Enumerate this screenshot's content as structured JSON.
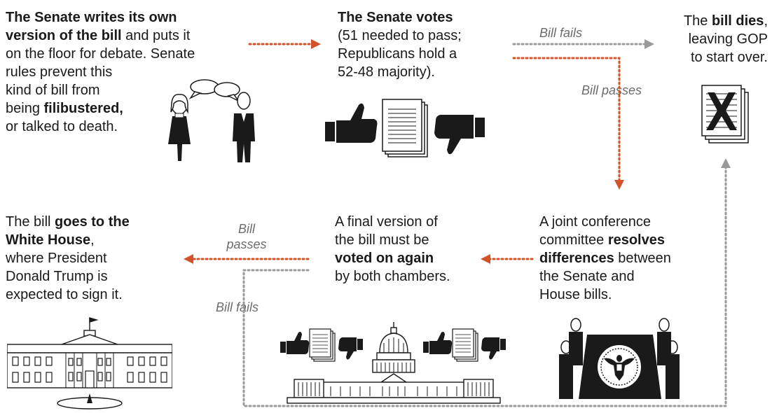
{
  "colors": {
    "pass_arrow": "#d2522a",
    "fail_arrow": "#9a9a9a",
    "ink": "#1a1a1a"
  },
  "step1": {
    "t1": "The Senate writes its own",
    "t2": "version of the bill",
    "t3": " and puts it",
    "t4": "on the floor for debate. Senate",
    "t5": "rules prevent this",
    "t6": "kind of bill from",
    "t7": "being ",
    "t8": "filibustered,",
    "t9": "or talked to death."
  },
  "step2": {
    "t1": "The Senate votes",
    "t2": "(51 needed to pass;",
    "t3": "Republicans hold a",
    "t4": "52-48 majority)."
  },
  "step3": {
    "t1": "The ",
    "t2": "bill dies",
    "t3": ",",
    "t4": "leaving GOP",
    "t5": "to start over."
  },
  "step4": {
    "t1": "A joint conference",
    "t2": "committee ",
    "t3": "resolves",
    "t4": "differences",
    "t5": " between",
    "t6": "the Senate and",
    "t7": "House bills."
  },
  "step5": {
    "t1": "A final version of",
    "t2": "the bill must be",
    "t3": "voted on again",
    "t4": "by both chambers."
  },
  "step6": {
    "t1": "The bill ",
    "t2": "goes to the",
    "t3": "White House",
    "t4": ",",
    "t5": "where President",
    "t6": "Donald Trump is",
    "t7": "expected to sign it."
  },
  "labels": {
    "fails_top": "Bill fails",
    "passes_right": "Bill passes",
    "passes_bottom_1": "Bill",
    "passes_bottom_2": "passes",
    "fails_bottom": "Bill fails"
  },
  "icons": {
    "people_debating": "people-debating-icon",
    "thumbs_vote": "thumbs-vote-icon",
    "dead_bill": "dead-bill-icon",
    "capitol": "capitol-icon",
    "committee_seal": "committee-seal-icon",
    "white_house": "white-house-icon"
  }
}
